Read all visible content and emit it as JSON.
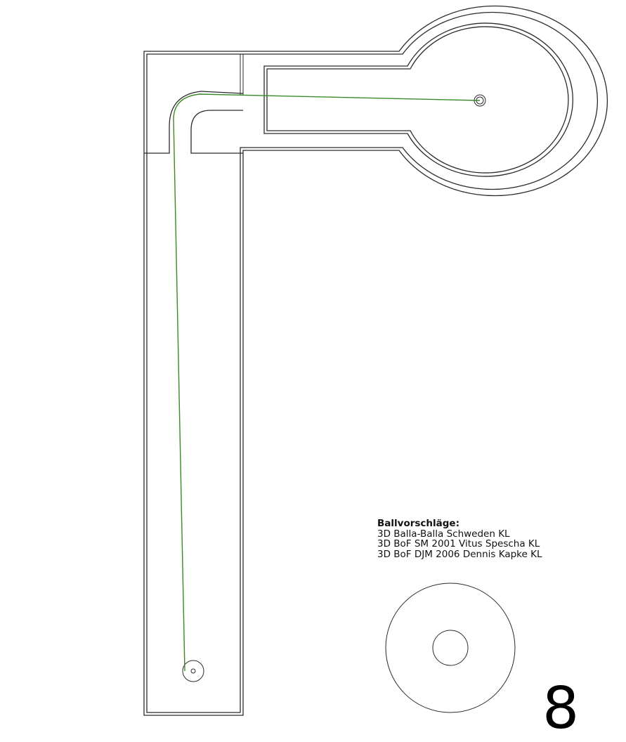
{
  "notes": {
    "heading": "Ballvorschläge:",
    "lines": [
      "3D Balla-Balla Schweden KL",
      "3D BoF SM 2001 Vitus Spescha KL",
      "3D BoF DJM 2006 Dennis Kapke KL"
    ]
  },
  "hole_number": "8",
  "colors": {
    "outline": "#2b2b2b",
    "ball_path": "#3a8a2a"
  }
}
